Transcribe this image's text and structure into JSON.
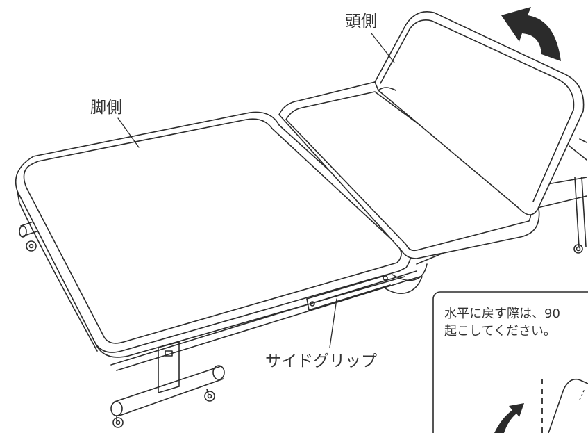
{
  "labels": {
    "head_side": "頭側",
    "foot_side": "脚側",
    "side_grip": "サイドグリップ"
  },
  "note": {
    "line1": "水平に戻す際は、90",
    "line2": "起こしてください。"
  },
  "colors": {
    "line": "#2b2b2b",
    "arrow": "#2b2b2b",
    "text": "#333333"
  }
}
